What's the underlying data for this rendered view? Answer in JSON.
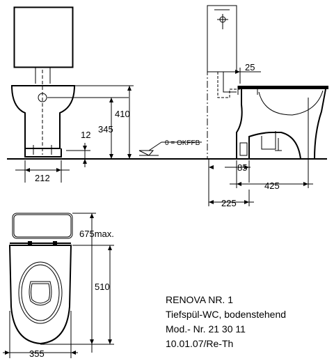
{
  "dimensions": {
    "front_height_total": "410",
    "front_height_seat": "345",
    "front_clearance": "12",
    "front_width": "212",
    "okffb_label": "0 = OKFFB",
    "side_pipe": "25",
    "side_outlet": "85",
    "side_depth": "425",
    "side_offset": "225",
    "plan_total": "675max.",
    "plan_bowl": "510",
    "plan_width": "355"
  },
  "title_block": {
    "line1": "RENOVA NR. 1",
    "line2": "Tiefspül-WC, bodenstehend",
    "line3": "Mod.- Nr. 21 30 11",
    "line4": "10.01.07/Re-Th"
  }
}
